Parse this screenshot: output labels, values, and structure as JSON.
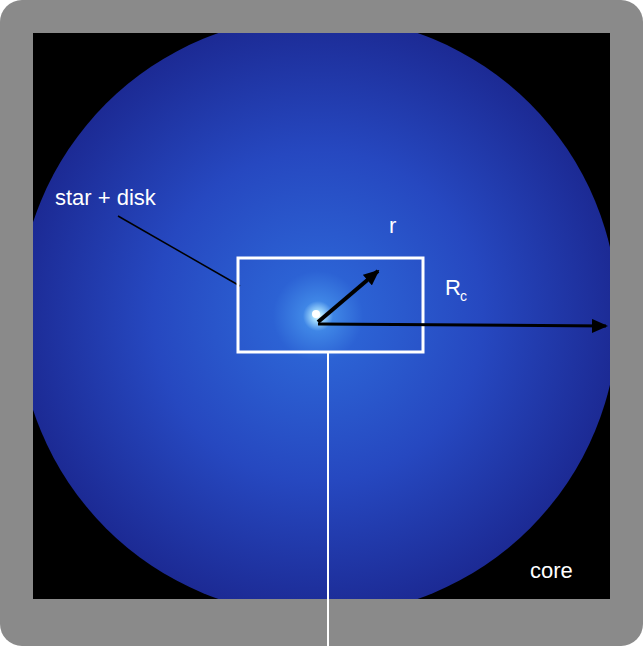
{
  "diagram": {
    "labels": [
      "star + disk",
      "r",
      "R",
      "c",
      "core"
    ]
  }
}
